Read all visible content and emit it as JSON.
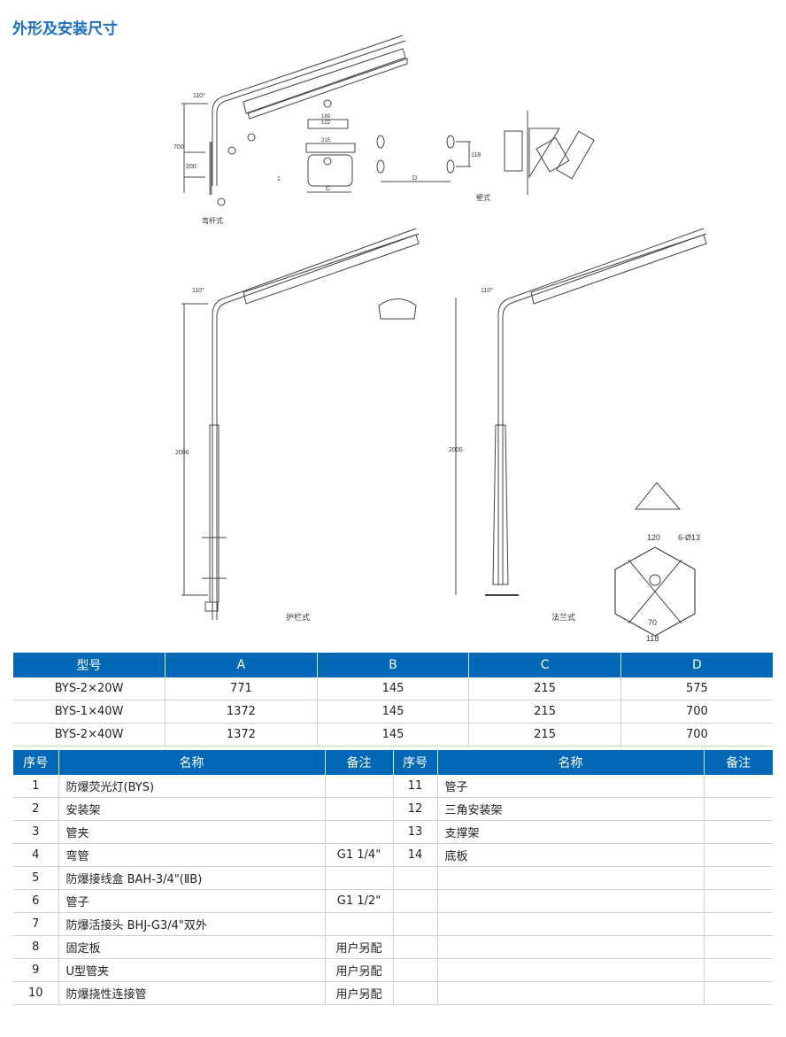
{
  "title": "外形及安装尺寸",
  "drawings": {
    "labels": {
      "bent_pole": "弯杆式",
      "wall": "壁式",
      "guardrail": "护栏式",
      "flange": "法兰式"
    },
    "dims": {
      "angle": "110°",
      "h700": "700",
      "h200": "200",
      "h2000": "2000",
      "d189": "189",
      "d122": "122",
      "d215": "215",
      "c": "C",
      "d": "D",
      "d118": "118",
      "one": "1",
      "f120": "120",
      "holes": "6-Ø13",
      "f70": "70",
      "f118": "118"
    }
  },
  "dimension_table": {
    "headers": [
      "型号",
      "A",
      "B",
      "C",
      "D"
    ],
    "rows": [
      [
        "BYS-2×20W",
        "771",
        "145",
        "215",
        "575"
      ],
      [
        "BYS-1×40W",
        "1372",
        "145",
        "215",
        "700"
      ],
      [
        "BYS-2×40W",
        "1372",
        "145",
        "215",
        "700"
      ]
    ]
  },
  "parts_table": {
    "headers": [
      "序号",
      "名称",
      "备注",
      "序号",
      "名称",
      "备注"
    ],
    "rows": [
      [
        "1",
        "防爆荧光灯(BYS)",
        "",
        "11",
        "管子",
        ""
      ],
      [
        "2",
        "安装架",
        "",
        "12",
        "三角安装架",
        ""
      ],
      [
        "3",
        "管夹",
        "",
        "13",
        "支撑架",
        ""
      ],
      [
        "4",
        "弯管",
        "G1 1/4\"",
        "14",
        "底板",
        ""
      ],
      [
        "5",
        "防爆接线盒 BAH-3/4\"(ⅡB)",
        "",
        "",
        "",
        ""
      ],
      [
        "6",
        "管子",
        "G1 1/2\"",
        "",
        "",
        ""
      ],
      [
        "7",
        "防爆活接头 BHJ-G3/4\"双外",
        "",
        "",
        "",
        ""
      ],
      [
        "8",
        "固定板",
        "用户另配",
        "",
        "",
        ""
      ],
      [
        "9",
        "U型管夹",
        "用户另配",
        "",
        "",
        ""
      ],
      [
        "10",
        "防爆挠性连接管",
        "用户另配",
        "",
        "",
        ""
      ]
    ]
  }
}
